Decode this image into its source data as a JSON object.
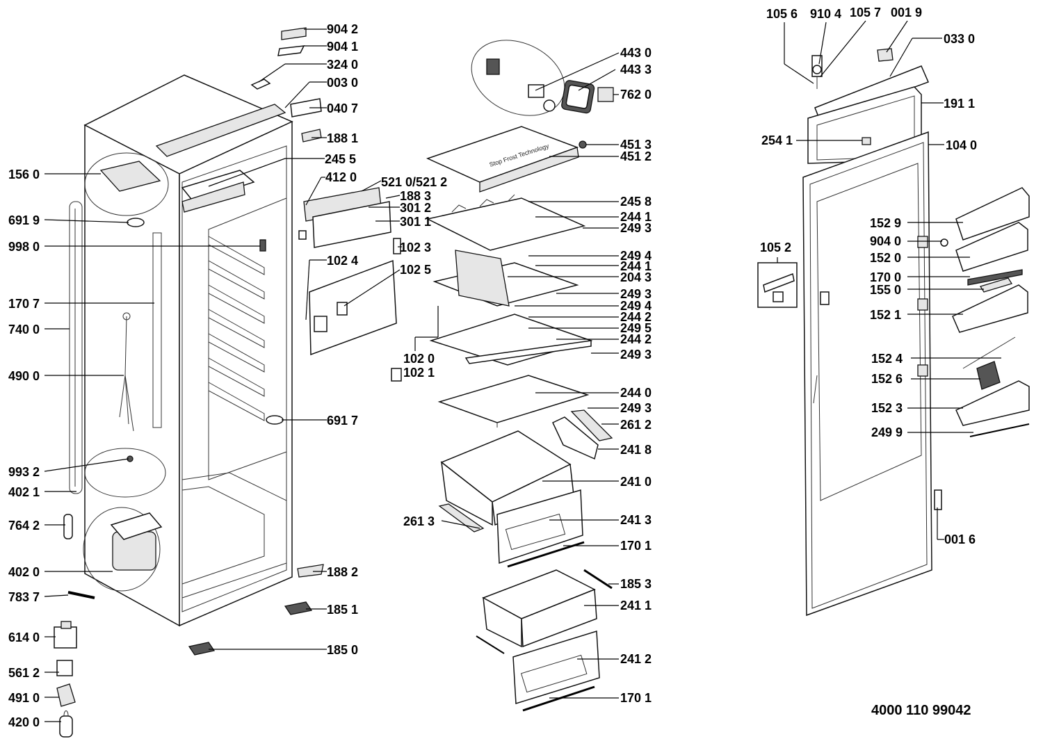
{
  "document_number": "4000 110 99042",
  "part_labels": [
    "904 2",
    "904 1",
    "324 0",
    "003 0",
    "040 7",
    "188 1",
    "245 5",
    "412 0",
    "521 0/521 2",
    "188 3",
    "301 2",
    "301 1",
    "102 3",
    "102 4",
    "102 5",
    "102 0",
    "102 1",
    "691 7",
    "188 2",
    "185 1",
    "185 0",
    "156 0",
    "691 9",
    "998 0",
    "170 7",
    "740 0",
    "490 0",
    "993 2",
    "402 1",
    "764 2",
    "402 0",
    "783 7",
    "614 0",
    "561 2",
    "491 0",
    "420 0",
    "443 0",
    "443 3",
    "762 0",
    "451 3",
    "451 2",
    "245 8",
    "244 1",
    "249 3",
    "249 4",
    "244 1",
    "204 3",
    "249 3",
    "249 4",
    "244 2",
    "249 5",
    "244 2",
    "249 3",
    "244 0",
    "249 3",
    "261 2",
    "241 8",
    "241 0",
    "261 3",
    "241 3",
    "170 1",
    "185 3",
    "241 1",
    "241 2",
    "170 1",
    "105 6",
    "910 4",
    "105 7",
    "001 9",
    "033 0",
    "191 1",
    "254 1",
    "104 0",
    "105 2",
    "152 9",
    "904 0",
    "152 0",
    "170 0",
    "155 0",
    "152 1",
    "152 4",
    "152 6",
    "152 3",
    "249 9",
    "001 6"
  ],
  "imprints": {
    "cover_text": "Stop Frost Technology"
  }
}
